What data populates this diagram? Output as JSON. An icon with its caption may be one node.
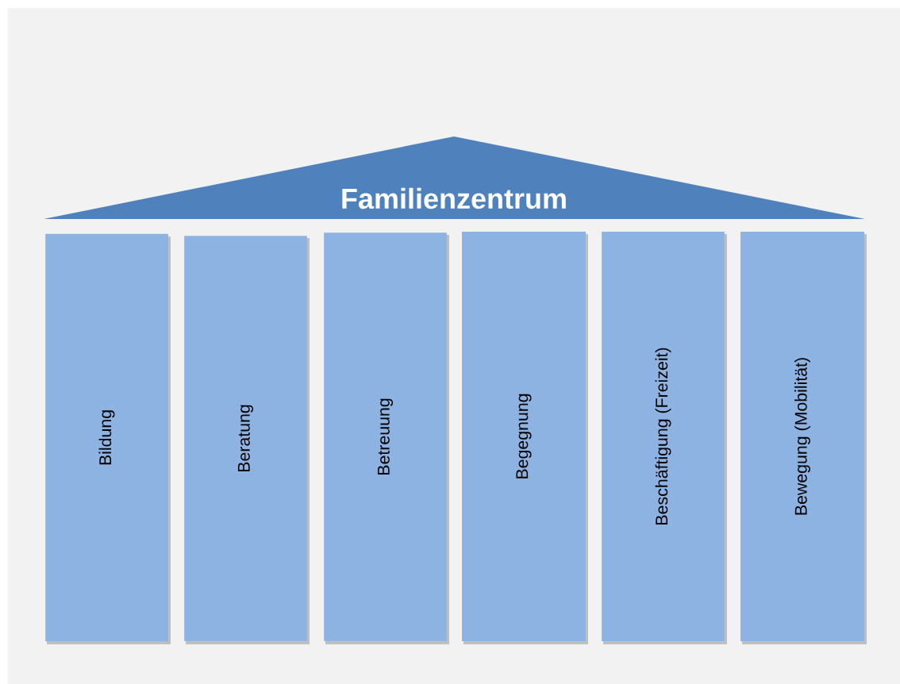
{
  "diagram": {
    "nodes": [
      {
        "text": [
          "Familienzentrum"
        ]
      },
      {
        "text": [
          "Bildung"
        ]
      },
      {
        "text": [
          "Beratung"
        ]
      },
      {
        "text": [
          "Betreuung"
        ]
      },
      {
        "text": [
          "Begegnung"
        ]
      },
      {
        "text": [
          "Beschäftigung (Freizeit)"
        ]
      },
      {
        "text": [
          "Bewegung (Mobilität)"
        ]
      }
    ]
  }
}
